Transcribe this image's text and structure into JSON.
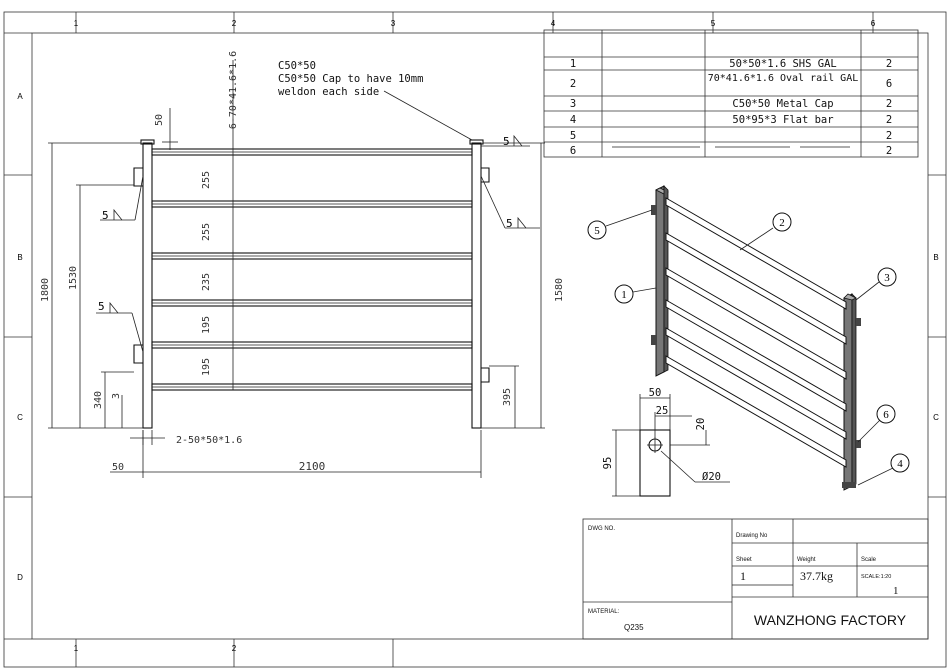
{
  "frame": {
    "col_labels": [
      "1",
      "2",
      "3",
      "4",
      "5",
      "6"
    ],
    "bottom_col_labels": [
      "1",
      "2"
    ],
    "row_labels": [
      "A",
      "B",
      "C",
      "D"
    ]
  },
  "notes": {
    "cap_line1": "C50*50",
    "cap_line2": "C50*50 Cap to have 10mm",
    "cap_line3": "weldon each side"
  },
  "dims": {
    "top_post": "50",
    "rail_spec": "6-70*41.6*1.6",
    "overall_height": "1800",
    "post_height": "1530",
    "right_height": "1580",
    "gap1": "255",
    "gap2": "255",
    "gap3": "235",
    "gap4": "195",
    "gap5": "195",
    "bottom_left": "340",
    "bottom_small": "3",
    "bottom_right": "395",
    "post_spec": "2-50*50*1.6",
    "left_offset": "50",
    "overall_width": "2100"
  },
  "welds": {
    "w1": "5",
    "w2": "5",
    "w3": "5",
    "w4": "5"
  },
  "bom": {
    "rows": [
      {
        "no": "1",
        "desc": "50*50*1.6 SHS GAL",
        "qty": "2"
      },
      {
        "no": "2",
        "desc": "70*41.6*1.6 Oval rail GAL",
        "qty": "6"
      },
      {
        "no": "3",
        "desc": "C50*50 Metal Cap",
        "qty": "2"
      },
      {
        "no": "4",
        "desc": "50*95*3 Flat bar",
        "qty": "2"
      },
      {
        "no": "5",
        "desc": "",
        "qty": "2"
      },
      {
        "no": "6",
        "desc": "",
        "qty": "2"
      }
    ]
  },
  "balloons": [
    "1",
    "2",
    "3",
    "4",
    "5",
    "6"
  ],
  "detail": {
    "width": "50",
    "hole_offset": "25",
    "height": "95",
    "top_offset": "20",
    "hole_dia": "Ø20"
  },
  "title_block": {
    "dwg_no_label": "DWG NO.",
    "drawing_no_label": "Drawing No",
    "sheet_label": "Sheet",
    "weight_label": "Weight",
    "scale_label": "Scale",
    "sheet_value": "1",
    "weight_value": "37.7kg",
    "scale_value": "SCALE:1:20",
    "page_value": "1",
    "material_label": "MATERIAL:",
    "material_value": "Q235",
    "company": "WANZHONG FACTORY"
  }
}
